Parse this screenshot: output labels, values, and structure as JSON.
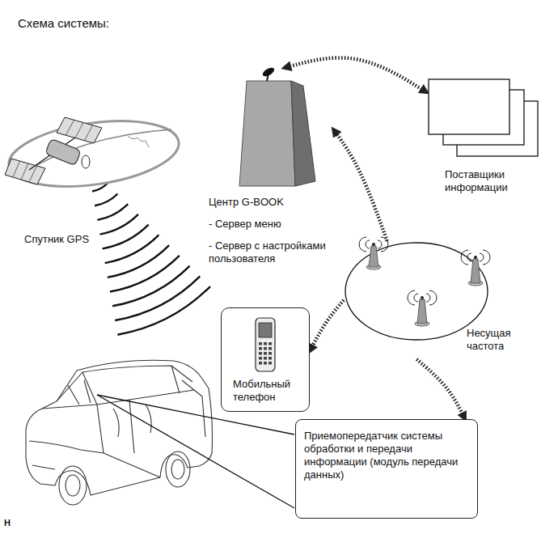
{
  "diagram": {
    "title": "Схема системы:",
    "nodes": [
      {
        "text": [
          "Центр G-BOOK",
          "- Сервер меню",
          "- Сервер с настройками пользователя"
        ]
      },
      {
        "text": [
          "Поставщики информации"
        ]
      },
      {
        "text": [
          "Спутник GPS"
        ]
      },
      {
        "text": [
          "Несущая частота"
        ]
      },
      {
        "text": [
          "Мобильный телефон"
        ]
      },
      {
        "text": [
          "Приемопередатчик системы обработки и передачи информации (модуль передачи данных)"
        ]
      }
    ],
    "edges": [
      {
        "from": 0,
        "to": 1,
        "arrow": "both"
      },
      {
        "from": 3,
        "to": 0,
        "arrow": "to"
      },
      {
        "from": 3,
        "to": 4,
        "arrow": "to"
      },
      {
        "from": 3,
        "to": 5,
        "arrow": "to"
      }
    ],
    "labels": [
      "H"
    ]
  }
}
